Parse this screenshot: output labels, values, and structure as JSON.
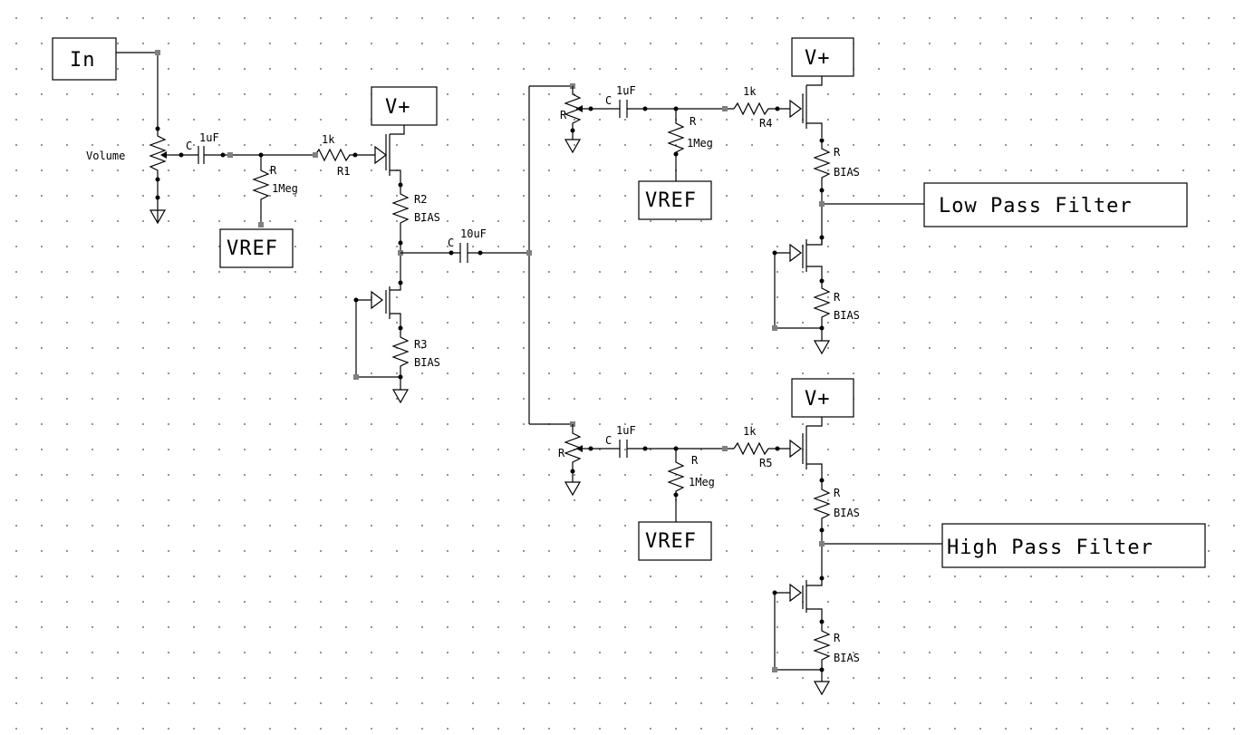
{
  "schematic": {
    "ports": {
      "input": "In",
      "vplus": "V+",
      "vref": "VREF",
      "low_pass": "Low Pass Filter",
      "high_pass": "High Pass Filter"
    },
    "input_stage": {
      "volume": "Volume",
      "cap_name": "C",
      "cap_value": "1uF",
      "bias_res_name": "R",
      "bias_res_value": "1Meg",
      "series_res_value": "1k",
      "series_res_name": "R1"
    },
    "buffer_stage": {
      "r2_name": "R2",
      "r2_value": "BIAS",
      "r3_name": "R3",
      "r3_value": "BIAS",
      "coupling_cap_name": "C",
      "coupling_cap_value": "10uF"
    },
    "low_branch": {
      "pot_name": "R",
      "cap_name": "C",
      "cap_value": "1uF",
      "bias_res_name": "R",
      "bias_res_value": "1Meg",
      "series_res_value": "1k",
      "series_res_name": "R4",
      "top_res_name": "R",
      "top_res_value": "BIAS",
      "bot_res_name": "R",
      "bot_res_value": "BIAS"
    },
    "high_branch": {
      "pot_name": "R",
      "cap_name": "C",
      "cap_value": "1uF",
      "bias_res_name": "R",
      "bias_res_value": "1Meg",
      "series_res_value": "1k",
      "series_res_name": "R5",
      "top_res_name": "R",
      "top_res_value": "BIAS",
      "bot_res_name": "R",
      "bot_res_value": "BIAS"
    }
  }
}
